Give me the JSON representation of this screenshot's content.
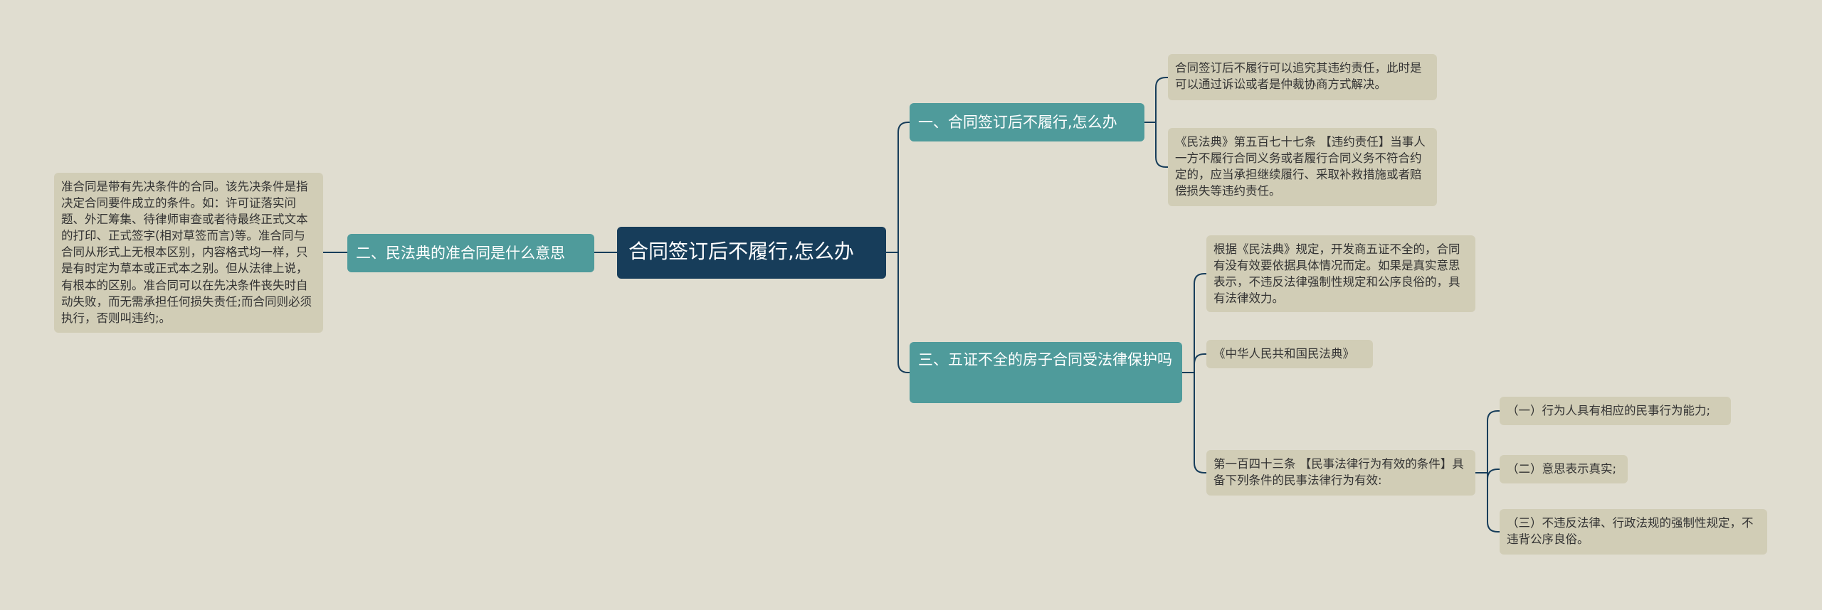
{
  "mindmap": {
    "root": {
      "text": "合同签订后不履行,怎么办"
    },
    "branch1": {
      "text": "一、合同签订后不履行,怎么办",
      "leaves": [
        "合同签订后不履行可以追究其违约责任，此时是可以通过诉讼或者是仲裁协商方式解决。",
        "《民法典》第五百七十七条 【违约责任】当事人一方不履行合同义务或者履行合同义务不符合约定的，应当承担继续履行、采取补救措施或者赔偿损失等违约责任。"
      ]
    },
    "branch2": {
      "text": "二、民法典的准合同是什么意思",
      "leaves": [
        "准合同是带有先决条件的合同。该先决条件是指决定合同要件成立的条件。如：许可证落实问题、外汇筹集、待律师审查或者待最终正式文本的打印、正式签字(相对草签而言)等。准合同与合同从形式上无根本区别，内容格式均一样，只是有时定为草本或正式本之别。但从法律上说，有根本的区别。准合同可以在先决条件丧失时自动失败，而无需承担任何损失责任;而合同则必须执行，否则叫违约;。"
      ]
    },
    "branch3": {
      "text": "三、五证不全的房子合同受法律保护吗",
      "leaves": [
        "根据《民法典》规定，开发商五证不全的，合同有没有效要依据具体情况而定。如果是真实意思表示，不违反法律强制性规定和公序良俗的，具有法律效力。",
        "《中华人民共和国民法典》",
        "第一百四十三条 【民事法律行为有效的条件】具备下列条件的民事法律行为有效:"
      ],
      "sub_leaves": [
        "（一）行为人具有相应的民事行为能力;",
        "（二）意思表示真实;",
        "（三）不违反法律、行政法规的强制性规定，不违背公序良俗。"
      ]
    },
    "colors": {
      "background": "#e0ddd0",
      "root": "#173d5a",
      "branch": "#4f9b9b",
      "leaf": "#d1cdb6",
      "line": "#173d5a"
    }
  }
}
